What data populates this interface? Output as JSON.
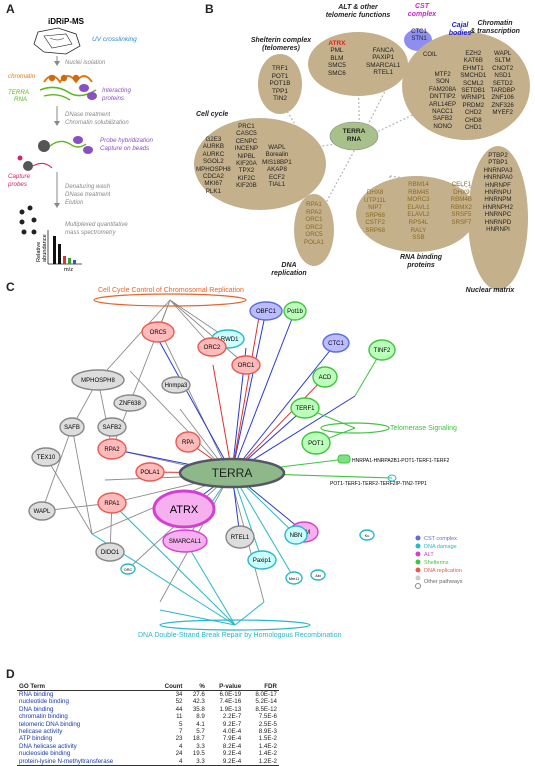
{
  "panels": {
    "a": "A",
    "b": "B",
    "c": "C",
    "d": "D"
  },
  "panel_a": {
    "title": "iDRiP-MS",
    "uv": "UV crosslinking",
    "nuclei": "Nuclei isolation",
    "chromatin": "chromatin",
    "terra": "TERRA",
    "rna": "RNA",
    "interacting_1": "Interacting",
    "interacting_2": "proteins",
    "dnase1": "DNase treatment",
    "dnase2": "Chromatin solubilization",
    "probe1": "Probe hybridization",
    "probe2": "Capture on beads",
    "capture1": "Capture",
    "capture2": "probes",
    "wash1": "Denaturing wash",
    "wash2": "DNase treatment",
    "wash3": "Elution",
    "ms1": "Multiplexed quantitative",
    "ms2": "mass spectrometry",
    "ylabel1": "Relative",
    "ylabel2": "abundance",
    "xlabel": "m/z"
  },
  "panel_b": {
    "center": "TERRA\nRNA",
    "alt_title": "ALT & other\ntelomeric functions",
    "alt_col1": [
      "ATRX",
      "PML",
      "BLM",
      "SMC5",
      "SMC6"
    ],
    "alt_col2": [
      "FANCA",
      "PAXIP1",
      "SMARCAL1",
      "RTEL1"
    ],
    "cst_title": "CST\ncomplex",
    "cst_items": [
      "CTC1",
      "STN1"
    ],
    "cajal_title": "Cajal\nbodies",
    "coil": "COIL",
    "shelterin_title": "Shelterin complex\n(telomeres)",
    "shelterin_items": [
      "TRF1",
      "POT1",
      "POT1B",
      "TPP1",
      "TIN2"
    ],
    "chromatin_title": "Chromatin\n& transcription",
    "chromatin_col1": [
      "EZH2",
      "KAT6B",
      "EHMT1",
      "SMCHD1",
      "MTF2",
      "SON",
      "FAM208A",
      "DNTTIP2",
      "ARL14EP",
      "NACC1",
      "SAFB2",
      "NONO"
    ],
    "chromatin_col2": [
      "WAPL",
      "SLTM",
      "CNOT2",
      "NSD1",
      "SETD2",
      "SCML2",
      "SETDB1",
      "WRNIP1",
      "PRDM2",
      "CHD2",
      "CHD8",
      "CHD1"
    ],
    "chromatin_col3": [
      "TARDBP",
      "ZNF106",
      "ZNF326",
      "MYEF2"
    ],
    "cellcycle_title": "Cell cycle",
    "cellcycle_col1": [
      "G2E3",
      "AURKB",
      "AURKC",
      "SGOL2",
      "MPHOSPH8",
      "CDCA2",
      "MKI67",
      "PLK1"
    ],
    "cellcycle_col2": [
      "PRC1",
      "CASC5",
      "CENPC",
      "INCENP",
      "NIPBL",
      "KIF20A",
      "TPX2",
      "KIF2C",
      "KIF20B"
    ],
    "cellcycle_col3": [
      "WAPL",
      "Borealin",
      "MIS18BP1",
      "AKAP8",
      "ECF2",
      "TIAL1"
    ],
    "dna_title": "DNA\nreplication",
    "dna_items": [
      "RPA1",
      "RPA2",
      "ORC1",
      "ORC2",
      "ORC5",
      "POLA1"
    ],
    "rna_title": "RNA binding\nproteins",
    "rna_col1": [
      "DHX8",
      "UTP11L",
      "NIP7",
      "SRP68",
      "CSTF2",
      "SRP68"
    ],
    "rna_col2": [
      "RBM14",
      "RBM45",
      "MORC3",
      "ELAVL1",
      "ELAVL2",
      "RPS4L",
      "RALY",
      "SSB"
    ],
    "rna_col3": [
      "CELF1",
      "DHX9",
      "RBM4B",
      "RBMX2",
      "SRSF5",
      "SRSF7"
    ],
    "matrix_title": "Nuclear matrix",
    "matrix_items": [
      "PTBP2",
      "PTBP1",
      "HNRNPA3",
      "HNRNPA0",
      "HNRNPF",
      "HNRNPU",
      "HNRNPM",
      "HNRNPH2",
      "HNRNPC",
      "HNRNPD",
      "HNRNPI"
    ]
  },
  "panel_c": {
    "pathway_cell_cycle": "Cell Cycle Control of Chromosomal Replication",
    "pathway_telomerase": "Telomerase Signaling",
    "pathway_dsb": "DNA Double-Strand Break Repair by Homologous Recombination",
    "center": "TERRA",
    "complex1": "HNRPA1-HNRPA2B1-POT1-TERF1-TERF2",
    "complex2": "POT1-TERF1-TERF2-TERF2IP-TIN2-TPP1",
    "legend": [
      "CST complex",
      "DNA damage",
      "ALT",
      "Shelterins",
      "DNA replication",
      "Other pathways"
    ],
    "colors": {
      "cst": "#5b6fd6",
      "dnadamage": "#2ab7c9",
      "alt": "#d43fd0",
      "shelterin": "#3fc43f",
      "dnarep": "#e85a4f",
      "other": "#888888"
    },
    "nodes": [
      "ORC5",
      "LRWD1",
      "Pot1b",
      "OBFC1",
      "CTC1",
      "MPHOSPH8",
      "ORC2",
      "ORC1",
      "Hnmpa3",
      "ZNF638",
      "ACD",
      "TINF2",
      "SAFB",
      "SAFB2",
      "RPA",
      "POLA1",
      "TERF1",
      "TEX10",
      "RPA2",
      "POT1",
      "WAPL",
      "RPA1",
      "ATRX",
      "BLM",
      "Ku",
      "DIDO1",
      "SMARCAL1",
      "RTEL1",
      "NBN",
      "Akt",
      "Mre11",
      "Paxip1",
      "ORC"
    ]
  },
  "panel_d": {
    "headers": [
      "GO Term",
      "Count",
      "%",
      "P-value",
      "FDR"
    ],
    "rows": [
      [
        "RNA binding",
        "34",
        "27.6",
        "6.0E-19",
        "8.0E-17"
      ],
      [
        "nucleotide binding",
        "52",
        "42.3",
        "7.4E-16",
        "5.2E-14"
      ],
      [
        "DNA binding",
        "44",
        "35.8",
        "1.9E-13",
        "8.5E-12"
      ],
      [
        "chromatin binding",
        "11",
        "8.9",
        "2.2E-7",
        "7.5E-6"
      ],
      [
        "telomeric DNA binding",
        "5",
        "4.1",
        "9.2E-7",
        "2.5E-5"
      ],
      [
        "helicase activity",
        "7",
        "5.7",
        "4.0E-4",
        "8.9E-3"
      ],
      [
        "ATP binding",
        "23",
        "18.7",
        "7.9E-4",
        "1.5E-2"
      ],
      [
        "DNA helicase activity",
        "4",
        "3.3",
        "8.2E-4",
        "1.4E-2"
      ],
      [
        "nucleoside binding",
        "24",
        "19.5",
        "9.2E-4",
        "1.4E-2"
      ],
      [
        "protein-lysine N-methyltransferase",
        "4",
        "3.3",
        "9.2E-4",
        "1.2E-2"
      ]
    ]
  }
}
